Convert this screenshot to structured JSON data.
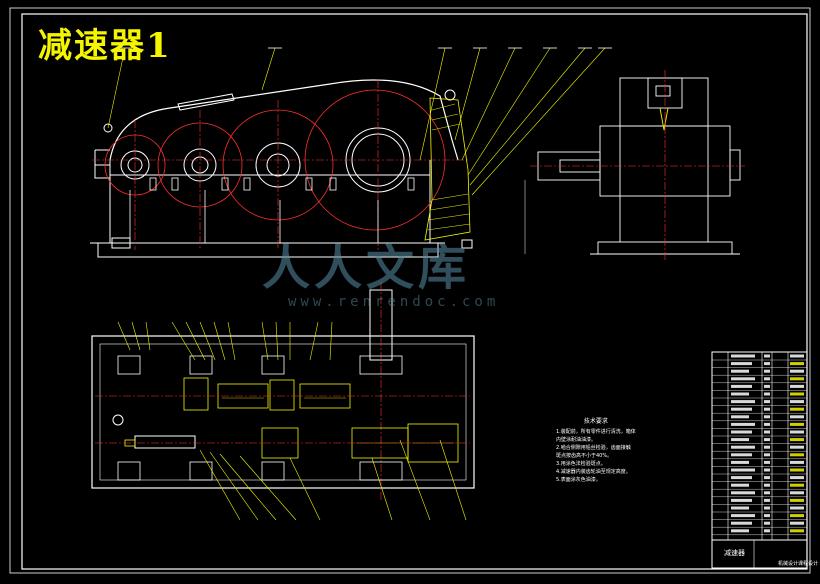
{
  "drawing": {
    "title": "减速器1",
    "title_block_name": "减速器",
    "title_block_school": "机械设计课程设计"
  },
  "tech_requirements": {
    "heading": "技术要求",
    "lines": [
      "1.装配前，所有零件进行清洗，箱体",
      "   内壁涂耐油油漆。",
      "2.啮合侧隙用铅丝检验，齿面接触",
      "   斑点按齿高不小于40%。",
      "3.用涂色法检验斑点。",
      "4.减速器内装齿轮油至规定高度。",
      "5.表面涂灰色油漆。"
    ]
  },
  "watermark": {
    "logo_text": "人人文库",
    "url": "www.renrendoc.com"
  },
  "colors": {
    "background": "#000000",
    "outline": "#ffffff",
    "leader": "#f5f500",
    "center": "#ff3030",
    "hatch": "#f5f500",
    "dimension": "#ff3030"
  }
}
